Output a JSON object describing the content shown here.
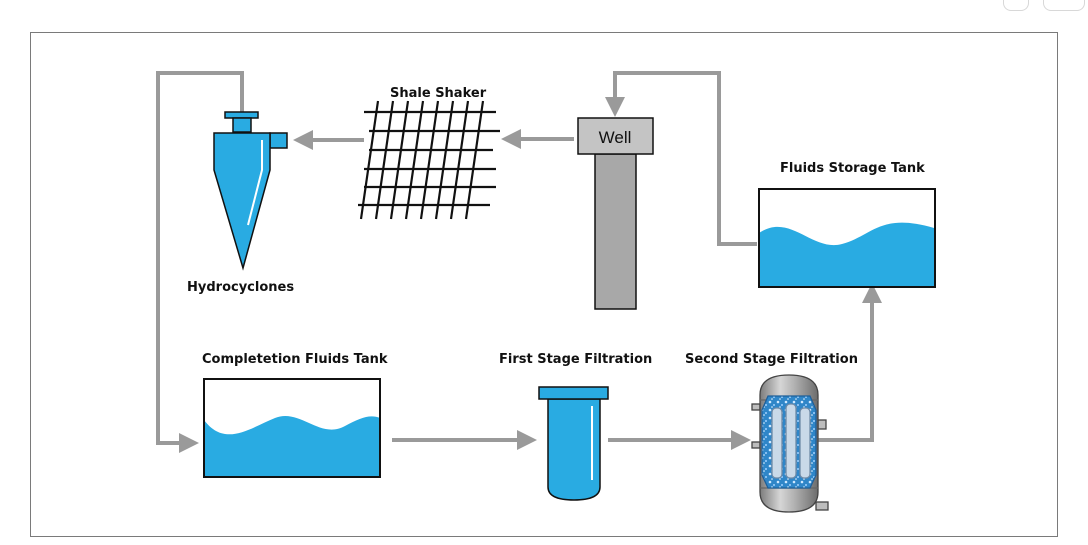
{
  "labels": {
    "shale_shaker": "Shale Shaker",
    "well": "Well",
    "fluids_storage_tank": "Fluids Storage Tank",
    "hydrocyclones": "Hydrocyclones",
    "completion_fluids_tank": "Completetion Fluids Tank",
    "first_stage_filtration": "First Stage Filtration",
    "second_stage_filtration": "Second Stage Filtration"
  },
  "colors": {
    "water": "#29abe2",
    "pipe": "#9a9a9a",
    "well_gray": "#a8a8a8",
    "frame": "#7a7a7a"
  }
}
